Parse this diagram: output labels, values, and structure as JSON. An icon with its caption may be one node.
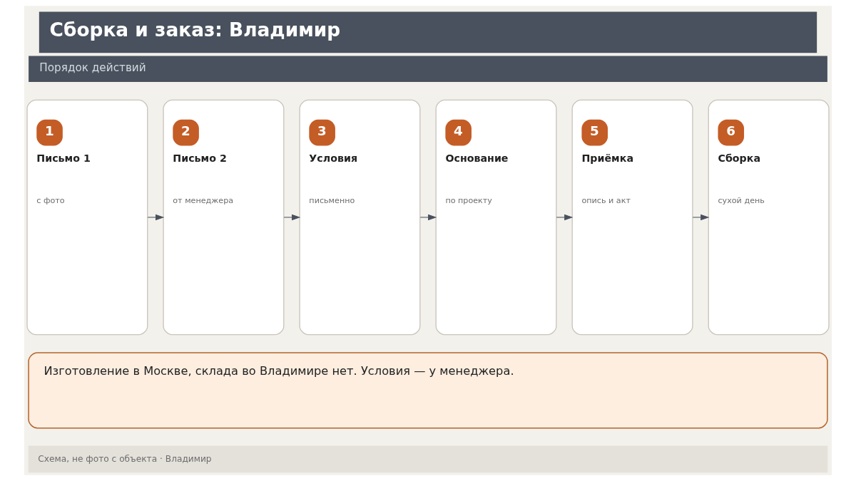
{
  "diagram": {
    "title": "Сборка и заказ: Владимир",
    "caption": "Схема, не фото с объекта · Владимир",
    "nodes": [
      {
        "text": [
          "1",
          "Письмо 1",
          "с фото"
        ]
      },
      {
        "text": [
          "2",
          "Письмо 2",
          "от менеджера"
        ]
      },
      {
        "text": [
          "3",
          "Условия",
          "письменно"
        ]
      },
      {
        "text": [
          "4",
          "Основание",
          "по проекту"
        ]
      },
      {
        "text": [
          "5",
          "Приёмка",
          "опись и акт"
        ]
      },
      {
        "text": [
          "6",
          "Сборка",
          "сухой день"
        ]
      },
      {
        "text": [
          "Изготовление в Москве, склада во Владимире нет. Условия — у менеджера."
        ]
      }
    ],
    "edges": [
      {
        "from": 0,
        "to": 1,
        "arrow": "to"
      },
      {
        "from": 1,
        "to": 2,
        "arrow": "to"
      },
      {
        "from": 2,
        "to": 3,
        "arrow": "to"
      },
      {
        "from": 3,
        "to": 4,
        "arrow": "to"
      },
      {
        "from": 4,
        "to": 5,
        "arrow": "to"
      }
    ],
    "labels": [
      "Порядок действий"
    ]
  }
}
